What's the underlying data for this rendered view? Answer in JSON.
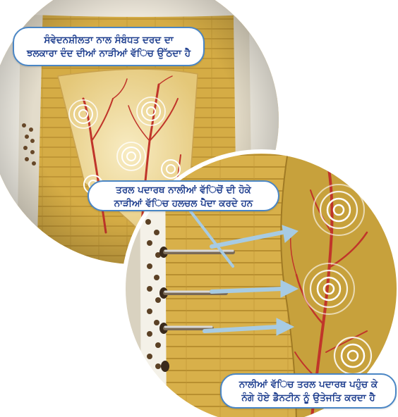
{
  "callouts": [
    {
      "line1": "ਸੰਵੇਦਨਸ਼ੀਲਤਾ ਨਾਲ ਸੰਬੰਧਤ ਦਰਦ ਦਾ",
      "line2": "ਝਲਕਾਰਾ ਦੰਦ ਦੀਆਂ ਨਾੜੀਆਂ ਵੱਿਚ ਉੱਠਦਾ ਹੈ"
    },
    {
      "line1": "ਤਰਲ ਪਦਾਰਥ ਨਾਲੀਆਂ ਵੱਿਚੋਂ ਦੀ ਹੋਕੇ",
      "line2": "ਨਾੜੀਆਂ ਵੱਿਚ ਹਲਚਲ ਪੈਦਾ ਕਰਦੇ ਹਨ"
    },
    {
      "line1": "ਨਾਲੀਆਂ ਵੱਿਚ ਤਰਲ ਪਦਾਰਥ ਪਹੁੰਚ ਕੇ",
      "line2": "ਨੰਗੇ ਹੋਏ ਡੈਨਟੀਨ ਨੂੰ ਉਤੇਜਤਿ ਕਰਦਾ ਹੈ"
    }
  ],
  "colors": {
    "dentin": "#d7b04a",
    "dentin_dark": "#b88d2c",
    "pulp": "#f2e3b4",
    "nerve": "#c0352a",
    "enamel": "#f3f0e8",
    "gum": "#b9a0c8",
    "callout_border": "#4a86c5",
    "callout_text": "#1f3f8f",
    "arrow": "#9ec3de"
  },
  "icons": [
    "pain-ripple-icon",
    "fluid-flow-arrow-icon"
  ]
}
